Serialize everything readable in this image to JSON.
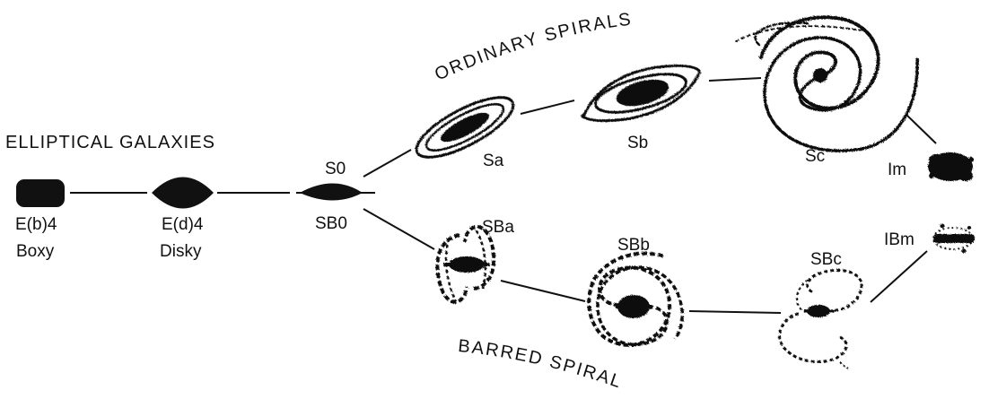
{
  "headings": {
    "elliptical": "ELLIPTICAL GALAXIES",
    "ordinary_spirals": "ORDINARY SPIRALS",
    "barred_spirals": "BARRED SPIRALS"
  },
  "galaxies": {
    "boxy_type": "E(b)4",
    "boxy_desc": "Boxy",
    "disky_type": "E(d)4",
    "disky_desc": "Disky",
    "s0": "S0",
    "sb0": "SB0",
    "sa": "Sa",
    "sb": "Sb",
    "sc": "Sc",
    "im": "Im",
    "sba": "SBa",
    "sbb": "SBb",
    "sbc": "SBc",
    "ibm": "IBm"
  },
  "colors": {
    "ink": "#111111",
    "background": "#ffffff"
  }
}
